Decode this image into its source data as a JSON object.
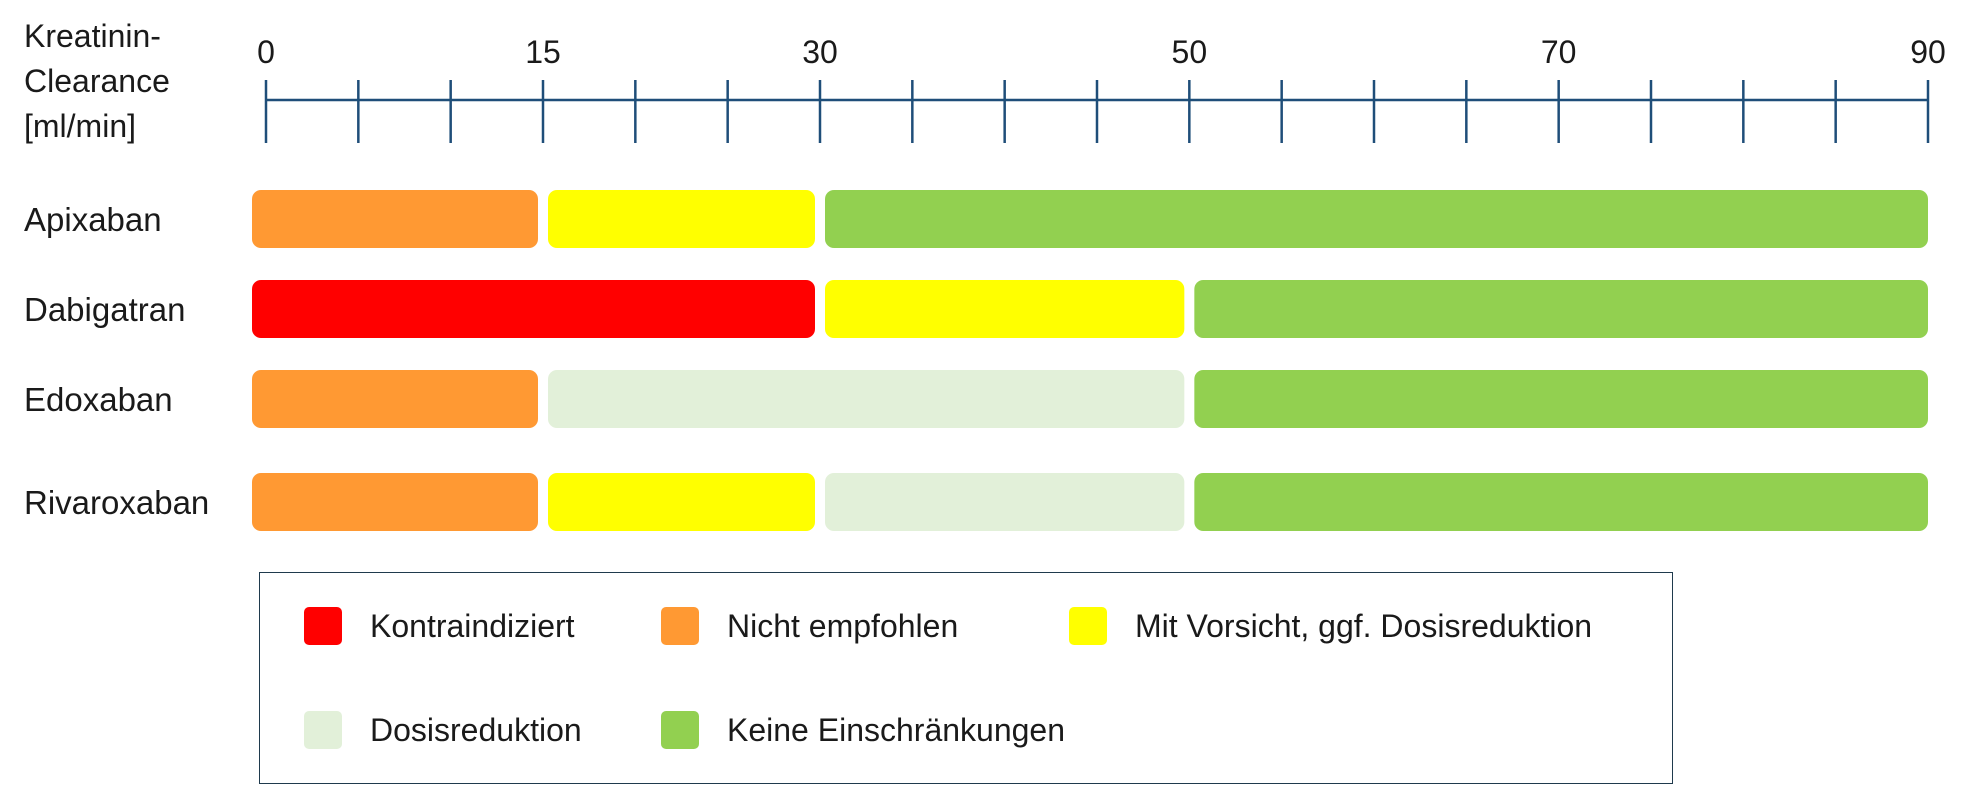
{
  "chart_data": {
    "type": "bar",
    "orientation": "horizontal-stacked-ranges",
    "axis_title": [
      "Kreatinin-",
      "Clearance",
      "[ml/min]"
    ],
    "axis_position": "top",
    "xlim": [
      0,
      90
    ],
    "tick_labels": [
      {
        "value": 0,
        "label": "0"
      },
      {
        "value": 15,
        "label": "15"
      },
      {
        "value": 30,
        "label": "30"
      },
      {
        "value": 50,
        "label": "50"
      },
      {
        "value": 70,
        "label": "70"
      },
      {
        "value": 90,
        "label": "90"
      }
    ],
    "tick_marks": [
      0,
      5,
      10,
      15,
      20,
      25,
      30,
      35,
      40,
      45,
      50,
      55,
      60,
      65,
      70,
      75,
      80,
      85,
      90
    ],
    "categories": [
      "Apixaban",
      "Dabigatran",
      "Edoxaban",
      "Rivaroxaban"
    ],
    "rows": [
      {
        "name": "Apixaban",
        "segments": [
          {
            "from": 0,
            "to": 15,
            "category": "nicht_empfohlen"
          },
          {
            "from": 15,
            "to": 30,
            "category": "vorsicht"
          },
          {
            "from": 30,
            "to": 90,
            "category": "keine"
          }
        ]
      },
      {
        "name": "Dabigatran",
        "segments": [
          {
            "from": 0,
            "to": 30,
            "category": "kontraindiziert"
          },
          {
            "from": 30,
            "to": 50,
            "category": "vorsicht"
          },
          {
            "from": 50,
            "to": 90,
            "category": "keine"
          }
        ]
      },
      {
        "name": "Edoxaban",
        "segments": [
          {
            "from": 0,
            "to": 15,
            "category": "nicht_empfohlen"
          },
          {
            "from": 15,
            "to": 50,
            "category": "dosisreduktion"
          },
          {
            "from": 50,
            "to": 90,
            "category": "keine"
          }
        ]
      },
      {
        "name": "Rivaroxaban",
        "segments": [
          {
            "from": 0,
            "to": 15,
            "category": "nicht_empfohlen"
          },
          {
            "from": 15,
            "to": 30,
            "category": "vorsicht"
          },
          {
            "from": 30,
            "to": 50,
            "category": "dosisreduktion"
          },
          {
            "from": 50,
            "to": 90,
            "category": "keine"
          }
        ]
      }
    ],
    "legend_placement": "bottom",
    "legend": [
      {
        "key": "kontraindiziert",
        "label": "Kontraindiziert",
        "color": "#ff0000"
      },
      {
        "key": "nicht_empfohlen",
        "label": "Nicht empfohlen",
        "color": "#ff9933"
      },
      {
        "key": "vorsicht",
        "label": "Mit Vorsicht, ggf. Dosisreduktion",
        "color": "#ffff00"
      },
      {
        "key": "dosisreduktion",
        "label": "Dosisreduktion",
        "color": "#e2f0d9"
      },
      {
        "key": "keine",
        "label": "Keine Einschränkungen",
        "color": "#92d050"
      }
    ],
    "axis_color": "#1f4e79",
    "grid": false
  }
}
